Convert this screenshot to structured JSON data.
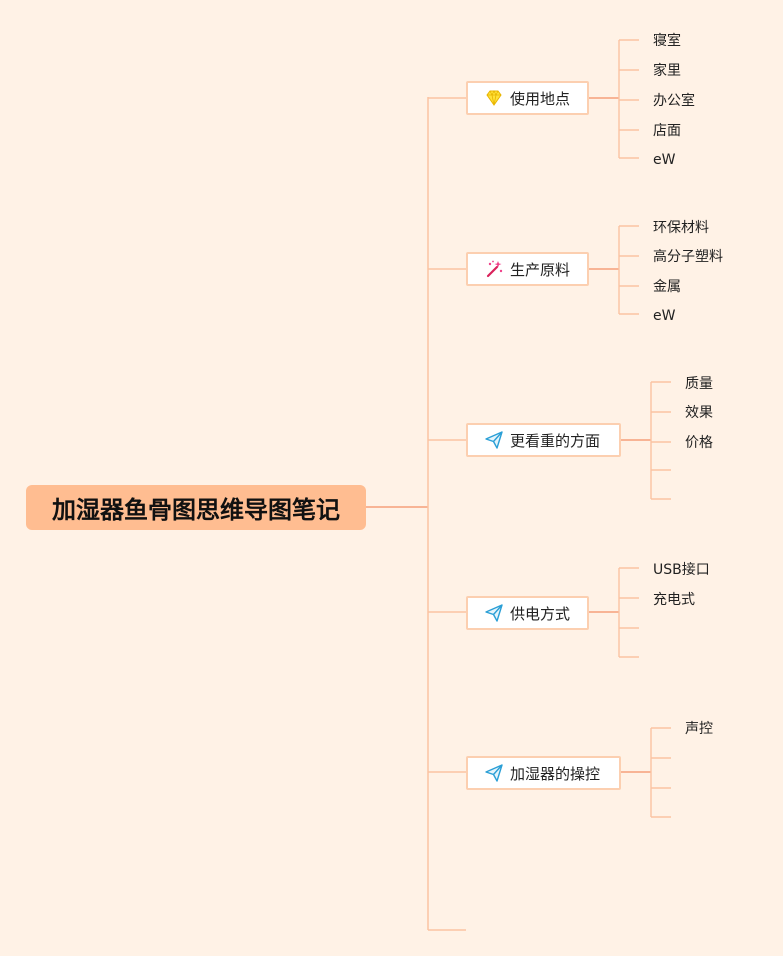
{
  "root": {
    "label": "加湿器鱼骨图思维导图笔记"
  },
  "branches": [
    {
      "label": "使用地点",
      "icon": "diamond-icon",
      "leaves": [
        "寝室",
        "家里",
        "办公室",
        "店面",
        "eW"
      ]
    },
    {
      "label": "生产原料",
      "icon": "magic-wand-icon",
      "leaves": [
        "环保材料",
        "高分子塑料",
        "金属",
        "eW"
      ]
    },
    {
      "label": "更看重的方面",
      "icon": "paper-plane-icon",
      "leaves": [
        "质量",
        "效果",
        "价格",
        "",
        ""
      ]
    },
    {
      "label": "供电方式",
      "icon": "paper-plane-icon",
      "leaves": [
        "USB接口",
        "充电式",
        "",
        ""
      ]
    },
    {
      "label": "加湿器的操控",
      "icon": "paper-plane-icon",
      "leaves": [
        "声控",
        "",
        "",
        ""
      ]
    }
  ],
  "colors": {
    "background": "#fff2e6",
    "root_fill": "#ffbd91",
    "line_main": "#f5a07a",
    "line_sub": "#fbc3a2",
    "branch_border": "#fccfb0"
  }
}
